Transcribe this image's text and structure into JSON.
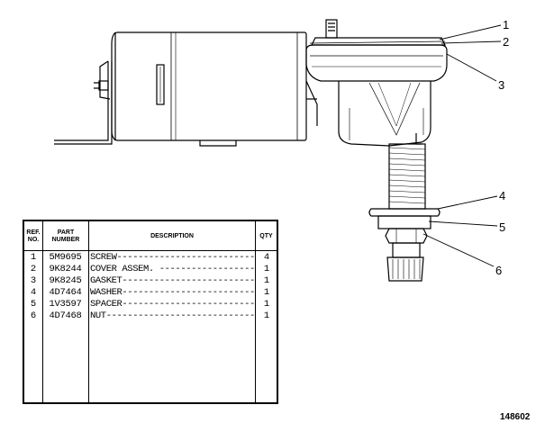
{
  "callouts": [
    "1",
    "2",
    "3",
    "4",
    "5",
    "6"
  ],
  "table": {
    "headers": {
      "ref": "REF.\nNO.",
      "part": "PART\nNUMBER",
      "description": "DESCRIPTION",
      "qty": "QTY"
    },
    "rows": [
      {
        "ref": "1",
        "part": "5M9695",
        "description": "SCREW--------------------------------------",
        "qty": "4"
      },
      {
        "ref": "2",
        "part": "9K8244",
        "description": "COVER ASSEM. -----------------------------",
        "qty": "1"
      },
      {
        "ref": "3",
        "part": "9K8245",
        "description": "GASKET-------------------------------------",
        "qty": "1"
      },
      {
        "ref": "4",
        "part": "4D7464",
        "description": "WASHER------------------------------------",
        "qty": "1"
      },
      {
        "ref": "5",
        "part": "1V3597",
        "description": "SPACER------------------------------------",
        "qty": "1"
      },
      {
        "ref": "6",
        "part": "4D7468",
        "description": "NUT----------------------------------------",
        "qty": "1"
      }
    ]
  },
  "figure_number": "148602"
}
